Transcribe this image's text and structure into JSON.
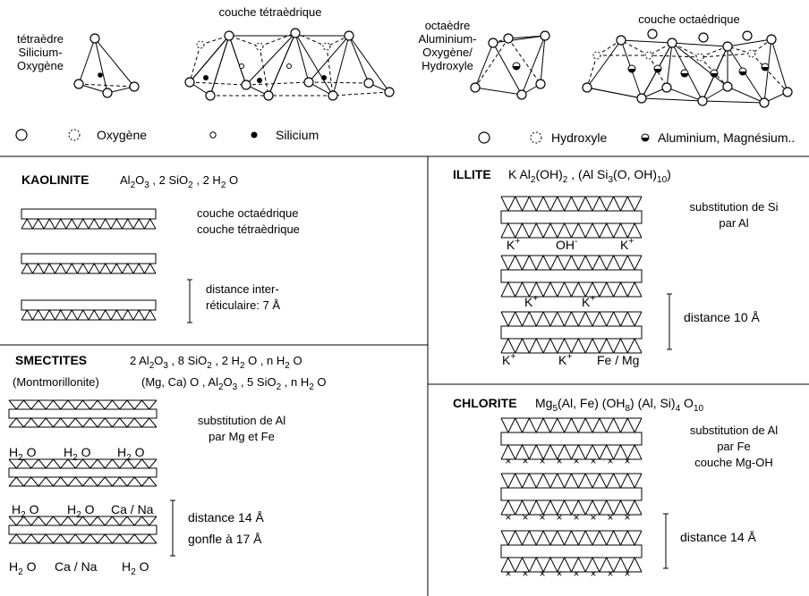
{
  "top": {
    "tetra_label": [
      "tétraèdre",
      "Silicium-",
      "Oxygène"
    ],
    "tetra_layer_label": "couche tétraèdrique",
    "octa_label": [
      "octaèdre",
      "Aluminium-",
      "Oxygène/",
      "Hydroxyle"
    ],
    "octa_layer_label": "couche octaédrique",
    "legend": {
      "oxygen": "Oxygène",
      "silicon": "Silicium",
      "hydroxyl": "Hydroxyle",
      "aluminium": "Aluminium, Magnésium.."
    }
  },
  "kaolinite": {
    "name": "KAOLINITE",
    "formula": [
      "Al",
      "2",
      "O",
      "3",
      " , 2 SiO",
      "2",
      " , 2 H",
      "2",
      " O"
    ],
    "label_octa": "couche octaédrique",
    "label_tetra": "couche tétraèdrique",
    "distance": [
      "distance inter-",
      "réticulaire: 7 Å"
    ]
  },
  "smectites": {
    "name": "SMECTITES",
    "formula": [
      "2 Al",
      "2",
      "O",
      "3",
      " , 8 SiO",
      "2",
      " , 2 H",
      "2",
      " O , n H",
      "2",
      " O"
    ],
    "subname": "(Montmorillonite)",
    "formula2": [
      "(Mg, Ca) O , Al",
      "2",
      "O",
      "3",
      " , 5 SiO",
      "2",
      " , n H",
      "2",
      " O"
    ],
    "substitution": [
      "substitution de Al",
      "par Mg et Fe"
    ],
    "distance": [
      "distance 14 Å",
      "gonfle à 17 Å"
    ],
    "row1": [
      "H2O",
      "H2O",
      "H2O"
    ],
    "row2": [
      "H2O",
      "H2O",
      "Ca / Na"
    ],
    "row3": [
      "H2O",
      "Ca / Na",
      "H2O"
    ]
  },
  "illite": {
    "name": "ILLITE",
    "formula": [
      "K Al",
      "2",
      "(OH)",
      "2",
      " , (Al Si",
      "3",
      "(O, OH)",
      "10",
      ")"
    ],
    "substitution": [
      "substitution de Si",
      "par Al"
    ],
    "distance": "distance 10 Å",
    "row1": [
      "K+",
      "OH-",
      "K+"
    ],
    "row2": [
      "K+",
      "K+"
    ],
    "row3": [
      "K+",
      "K+",
      "Fe / Mg"
    ]
  },
  "chlorite": {
    "name": "CHLORITE",
    "formula": [
      "Mg",
      "5",
      "(Al, Fe) (OH",
      "8",
      ") (Al, Si)",
      "4",
      " O",
      "10"
    ],
    "substitution": [
      "substitution de Al",
      "par Fe",
      "couche Mg-OH"
    ],
    "distance": "distance 14 Å",
    "cross_symbol": "×"
  }
}
